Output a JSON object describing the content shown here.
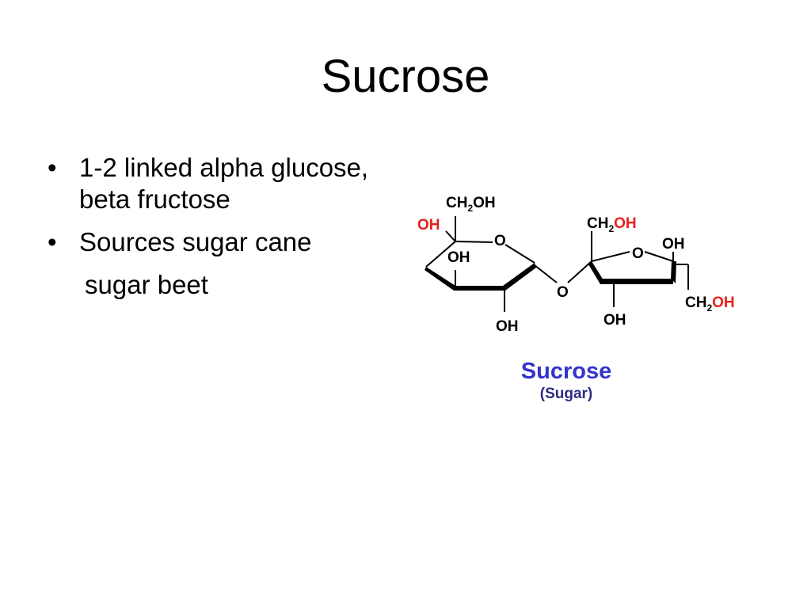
{
  "slide": {
    "title": "Sucrose",
    "bullets": [
      {
        "text": "1-2 linked alpha glucose, beta fructose"
      },
      {
        "text": "Sources sugar cane"
      }
    ],
    "continuation": "sugar beet"
  },
  "diagram": {
    "caption_title": "Sucrose",
    "caption_subtitle": "(Sugar)",
    "labels": {
      "glucose_ch2oh_ch": "CH",
      "glucose_ch2oh_sub": "2",
      "glucose_ch2oh_oh": "OH",
      "glucose_left_oh": "OH",
      "glucose_ring_o": "O",
      "glucose_inner_oh": "OH",
      "glucose_bottom_oh": "OH",
      "glycosidic_o": "O",
      "fructose_top_ch": "CH",
      "fructose_top_sub": "2",
      "fructose_top_oh": "OH",
      "fructose_ring_o": "O",
      "fructose_right_oh": "OH",
      "fructose_bottom_oh": "OH",
      "fructose_ch2oh_ch": "CH",
      "fructose_ch2oh_sub": "2",
      "fructose_ch2oh_oh": "OH"
    },
    "colors": {
      "highlight_red": "#e8201e",
      "caption_blue": "#3333cc"
    }
  }
}
